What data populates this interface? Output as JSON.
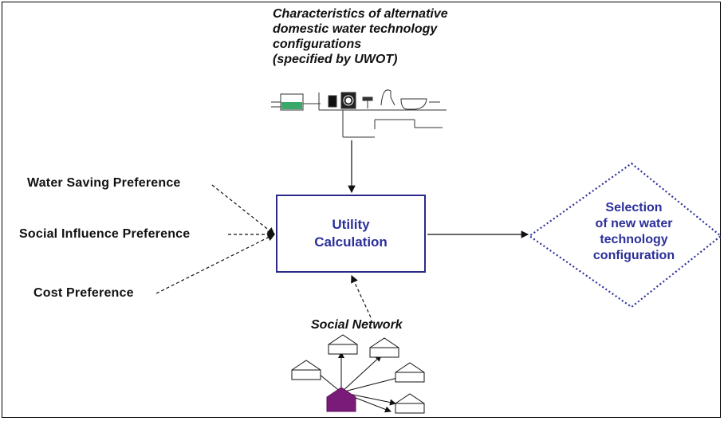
{
  "top_caption": {
    "lines": [
      "Characteristics of alternative",
      "domestic water technology",
      "configurations",
      "(specified by UWOT)"
    ]
  },
  "preferences": {
    "water_saving": "Water Saving Preference",
    "social_influence": "Social Influence Preference",
    "cost": "Cost Preference"
  },
  "utility": {
    "line1": "Utility",
    "line2": "Calculation"
  },
  "selection": {
    "lines": [
      "Selection",
      "of new water",
      "technology",
      "configuration"
    ]
  },
  "social_network": {
    "label": "Social Network"
  },
  "colors": {
    "accent_blue": "#2b2f9a",
    "house_center": "#7a1b7a",
    "water_green": "#3aa86b"
  }
}
